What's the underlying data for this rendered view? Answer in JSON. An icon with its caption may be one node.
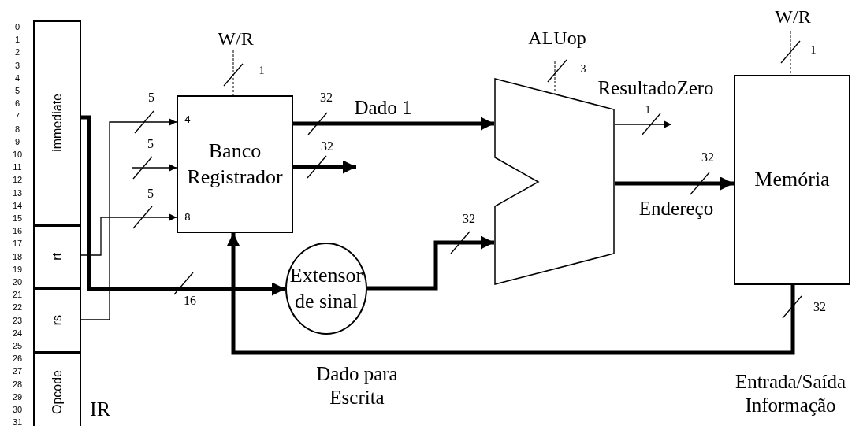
{
  "diagram": {
    "nodes": [
      {
        "text": [
          "immediate"
        ]
      },
      {
        "text": [
          "rt"
        ]
      },
      {
        "text": [
          "rs"
        ]
      },
      {
        "text": [
          "Opcode"
        ]
      },
      {
        "text": [
          "4",
          "Banco Registrador",
          "8"
        ]
      },
      {
        "text": [
          "Extensor de sinal"
        ]
      },
      {
        "text": [],
        "shape": "trapezoid"
      },
      {
        "text": [
          "Memória"
        ]
      },
      {
        "text": [
          "W/R"
        ]
      },
      {
        "text": [
          "ALUop"
        ]
      },
      {
        "text": [
          "W/R"
        ]
      }
    ],
    "edges": [
      {
        "from": 0,
        "to": 5,
        "arrow": "to",
        "style": "thick"
      },
      {
        "from": 2,
        "to": 4,
        "arrow": "to"
      },
      {
        "from": null,
        "to": 4,
        "arrow": "to"
      },
      {
        "from": 1,
        "to": 4,
        "arrow": "to"
      },
      {
        "from": 4,
        "to": 6,
        "arrow": "to",
        "style": "thick",
        "label": "Dado 1"
      },
      {
        "from": 4,
        "to": null,
        "arrow": "to",
        "style": "thick"
      },
      {
        "from": 5,
        "to": 6,
        "arrow": "to",
        "style": "thick"
      },
      {
        "from": 6,
        "to": null,
        "arrow": "to",
        "label": "ResultadoZero"
      },
      {
        "from": 6,
        "to": 7,
        "arrow": "to",
        "style": "thick",
        "label": "Endereço"
      },
      {
        "from": 7,
        "to": 4,
        "arrow": "to",
        "style": "thick",
        "label": "Dado para Escrita"
      },
      {
        "from": 8,
        "to": 4,
        "arrow": "none",
        "style": "dashed"
      },
      {
        "from": 9,
        "to": 6,
        "arrow": "none",
        "style": "dashed"
      },
      {
        "from": 10,
        "to": 7,
        "arrow": "none",
        "style": "dashed"
      }
    ],
    "labels": [
      "0",
      "1",
      "2",
      "3",
      "4",
      "5",
      "6",
      "7",
      "8",
      "9",
      "10",
      "11",
      "12",
      "13",
      "14",
      "15",
      "16",
      "17",
      "18",
      "19",
      "20",
      "21",
      "22",
      "23",
      "24",
      "25",
      "26",
      "27",
      "28",
      "29",
      "30",
      "31",
      "IR",
      "1",
      "3",
      "1",
      "5",
      "32",
      "1",
      "5",
      "32",
      "32",
      "5",
      "32",
      "16",
      "32",
      "Entrada/Saída Informação"
    ]
  }
}
